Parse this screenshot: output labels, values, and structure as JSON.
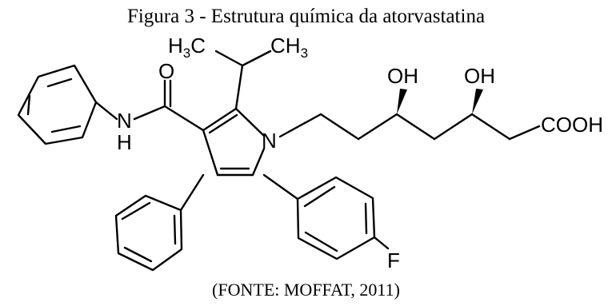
{
  "figure": {
    "title": "Figura 3 - Estrutura química da atorvastatina",
    "source": "(FONTE: MOFFAT, 2011)"
  },
  "atoms": {
    "carbonyl_oxygen": "O",
    "amide_nitrogen": "N",
    "amide_hydrogen": "H",
    "pyrrole_nitrogen": "N",
    "hydroxyl_1": "OH",
    "hydroxyl_2": "OH",
    "carboxyl": "COOH",
    "fluorine": "F",
    "methyl_left_H": "H",
    "methyl_left_sub": "3",
    "methyl_left_C": "C",
    "methyl_right_C": "CH",
    "methyl_right_sub": "3"
  }
}
